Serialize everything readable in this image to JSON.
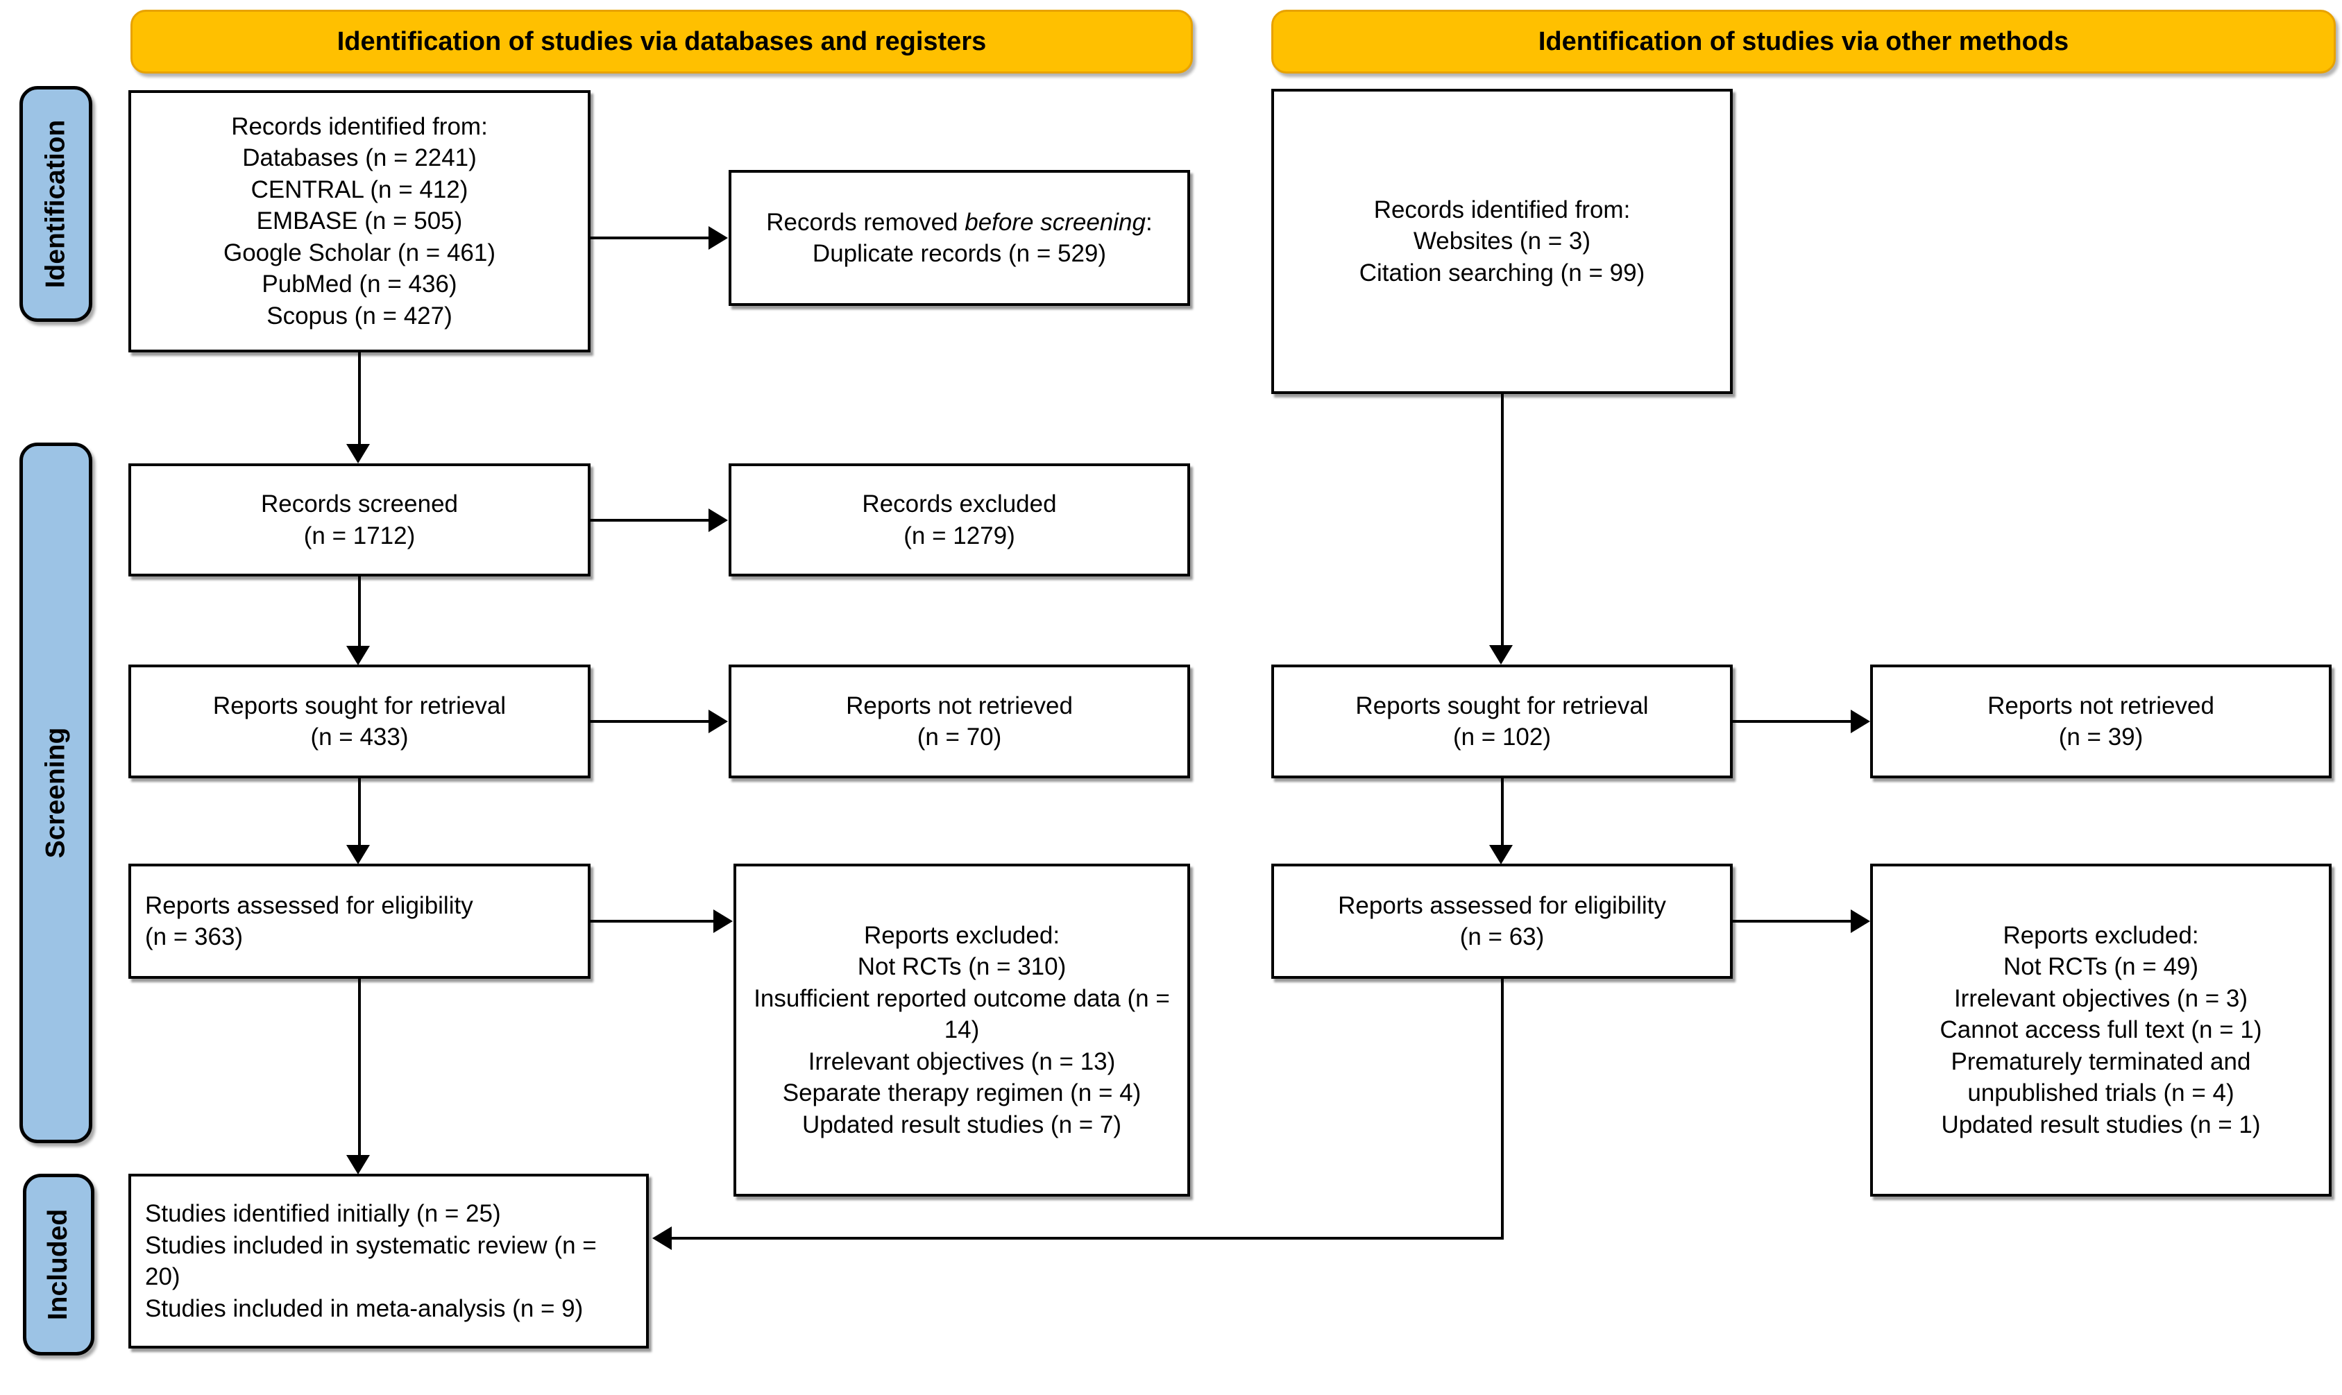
{
  "diagram": {
    "title": "PRISMA 2020 flow diagram",
    "colors": {
      "banner_fill": "#FFC000",
      "stage_label_fill": "#9CC3E5",
      "box_fill": "#FFFFFF",
      "stroke": "#000000"
    }
  },
  "banners": {
    "databases": "Identification of studies via databases and registers",
    "other_methods": "Identification of studies via other methods"
  },
  "stages": {
    "identification": "Identification",
    "screening": "Screening",
    "included": "Included"
  },
  "left_column": {
    "records_identified": "Records identified from:\nDatabases (n = 2241)\nCENTRAL (n = 412)\nEMBASE (n = 505)\nGoogle Scholar (n = 461)\nPubMed (n = 436)\nScopus (n = 427)",
    "records_removed_line1": "Records removed ",
    "records_removed_italic1": "before",
    "records_removed_italic2": "screening",
    "records_removed_line3": ":\nDuplicate records (n = 529)",
    "records_screened": "Records screened\n(n = 1712)",
    "records_excluded": "Records excluded\n(n = 1279)",
    "reports_sought": "Reports sought for retrieval\n(n = 433)",
    "reports_not_retrieved": "Reports not retrieved\n(n = 70)",
    "reports_assessed": "Reports assessed for eligibility\n(n = 363)",
    "reports_excluded": "Reports excluded:\nNot RCTs (n = 310)\nInsufficient reported outcome data (n = 14)\nIrrelevant objectives (n = 13)\nSeparate therapy regimen (n = 4)\nUpdated result studies (n = 7)"
  },
  "right_column": {
    "records_identified": "Records identified from:\nWebsites (n = 3)\nCitation searching (n = 99)",
    "reports_sought": "Reports sought for retrieval\n(n = 102)",
    "reports_not_retrieved": "Reports not retrieved\n(n = 39)",
    "reports_assessed": "Reports assessed for eligibility\n(n = 63)",
    "reports_excluded": "Reports excluded:\nNot RCTs (n = 49)\nIrrelevant objectives (n = 3)\nCannot access full text (n = 1)\nPrematurely terminated and unpublished trials (n = 4)\nUpdated result studies (n = 1)"
  },
  "included_box": {
    "text": "Studies identified initially (n = 25)\nStudies included in systematic review (n = 20)\nStudies included in meta-analysis (n = 9)"
  },
  "counts": {
    "databases": 2241,
    "central": 412,
    "embase": 505,
    "google_scholar": 461,
    "pubmed": 436,
    "scopus": 427,
    "duplicates_removed": 529,
    "records_screened": 1712,
    "records_excluded": 1279,
    "reports_sought_db": 433,
    "reports_not_retrieved_db": 70,
    "reports_assessed_db": 363,
    "excl_not_rcts_db": 310,
    "excl_insufficient_data_db": 14,
    "excl_irrelevant_db": 13,
    "excl_separate_regimen_db": 4,
    "excl_updated_db": 7,
    "websites": 3,
    "citation_searching": 99,
    "reports_sought_other": 102,
    "reports_not_retrieved_other": 39,
    "reports_assessed_other": 63,
    "excl_not_rcts_other": 49,
    "excl_irrelevant_other": 3,
    "excl_no_fulltext_other": 1,
    "excl_terminated_other": 4,
    "excl_updated_other": 1,
    "studies_identified_initially": 25,
    "studies_systematic_review": 20,
    "studies_meta_analysis": 9
  }
}
